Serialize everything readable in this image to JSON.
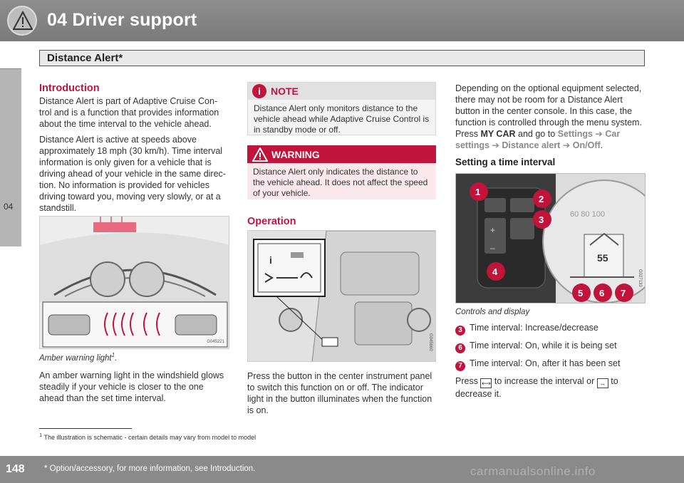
{
  "header": {
    "chapter": "04",
    "title": "04  Driver support",
    "section": "Distance Alert*"
  },
  "sidetab": {
    "label": "04"
  },
  "col1": {
    "heading": "Introduction",
    "p1": "Distance Alert is part of Adaptive Cruise Con-trol and is a function that provides information about the time interval to the vehicle ahead.",
    "p2": "Distance Alert is active at speeds above approximately 18 mph (30 km/h). Time interval information is only given for a vehicle that is driving ahead of your vehicle in the same direc-tion. No information is provided for vehicles driving toward you, moving very slowly, or at a standstill.",
    "figure_code": "G045221",
    "caption": "Amber warning light",
    "caption_sup": "1",
    "p3": "An amber warning light in the windshield glows steadily if your vehicle is closer to the one ahead than the set time interval."
  },
  "col2": {
    "note_label": "NOTE",
    "note_text": "Distance Alert only monitors distance to the vehicle ahead while Adaptive Cruise Control is in standby mode or off.",
    "warning_label": "WARNING",
    "warning_text": "Distance Alert only indicates the distance to the vehicle ahead. It does not affect the speed of your vehicle.",
    "heading": "Operation",
    "figure_code": "G045660",
    "p1": "Press the button in the center instrument panel to switch this function on or off. The indicator light in the button illuminates when the function is on."
  },
  "col3": {
    "p1": "Depending on the optional equipment selected, there may not be room for a Distance Alert button in the center console. In this case, the function is controlled through the menu system. Press",
    "mycar": "MY CAR",
    "goto": "and go to",
    "menu1": "Settings",
    "menu2": "Car settings",
    "menu3": "Distance alert",
    "menu4": "On/Off",
    "period": ".",
    "heading": "Setting a time interval",
    "figure_code": "G027133",
    "caption": "Controls and display",
    "items": [
      {
        "num": "3",
        "text": "Time interval: Increase/decrease"
      },
      {
        "num": "6",
        "text": "Time interval: On, while it is being set"
      },
      {
        "num": "7",
        "text": "Time interval: On, after it has been set"
      }
    ],
    "press": "Press",
    "press_mid": "to increase the interval or",
    "press_end": "to decrease it."
  },
  "footnote": "The illustration is schematic - certain details may vary from model to model",
  "footnote_num": "1",
  "footer": {
    "page": "148",
    "note": "* Option/accessory, for more information, see Introduction.",
    "watermark": "carmanualsonline.info"
  },
  "colors": {
    "accent": "#c0143c",
    "header_bg": "#8a8a8a"
  }
}
